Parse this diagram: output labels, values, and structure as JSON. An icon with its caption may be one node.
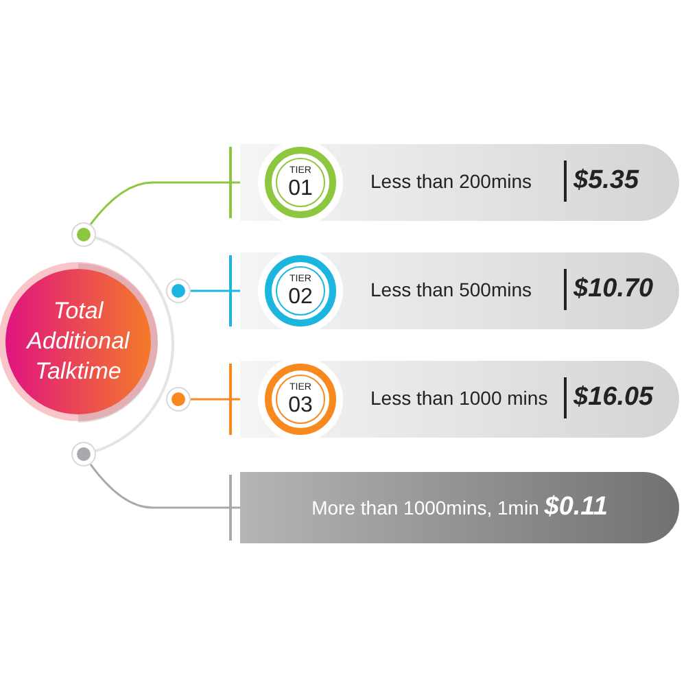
{
  "diagram": {
    "nodes": [
      {
        "text": [
          "Total Additional Talktime"
        ]
      },
      {
        "text": [],
        "shape": "circle"
      },
      {
        "text": [
          "Less than 200mins",
          "$5.35"
        ]
      },
      {
        "text": [
          "TIER",
          "01"
        ],
        "in": 2
      },
      {
        "text": [],
        "shape": "circle"
      },
      {
        "text": [
          "Less than 500mins",
          "$10.70"
        ]
      },
      {
        "text": [
          "TIER",
          "02"
        ],
        "in": 5
      },
      {
        "text": [],
        "shape": "circle"
      },
      {
        "text": [
          "Less than 1000 mins",
          "$16.05"
        ]
      },
      {
        "text": [
          "TIER",
          "03"
        ],
        "in": 8
      },
      {
        "text": [],
        "shape": "circle"
      },
      {
        "text": [
          "More than 1000mins, 1min *$0.11*"
        ]
      }
    ],
    "edges": [
      {
        "from": 1,
        "to": 2,
        "arrow": "none",
        "color": "#8dc63f"
      },
      {
        "from": 4,
        "to": 5,
        "arrow": "none",
        "color": "#1bb5e0"
      },
      {
        "from": 7,
        "to": 8,
        "arrow": "none",
        "color": "#f7891f"
      },
      {
        "from": 10,
        "to": 11,
        "arrow": "none",
        "color": "#a7a9ac"
      }
    ]
  }
}
